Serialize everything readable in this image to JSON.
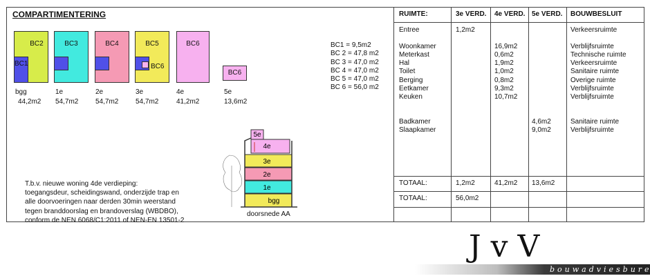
{
  "heading": "COMPARTIMENTERING",
  "floors": [
    {
      "name": "bgg",
      "area": "44,2m2",
      "labels": [
        "BC2",
        "BC1"
      ]
    },
    {
      "name": "1e",
      "area": "54,7m2",
      "labels": [
        "BC3"
      ]
    },
    {
      "name": "2e",
      "area": "54,7m2",
      "labels": [
        "BC4"
      ]
    },
    {
      "name": "3e",
      "area": "54,7m2",
      "labels": [
        "BC5",
        "BC6"
      ]
    },
    {
      "name": "4e",
      "area": "41,2m2",
      "labels": [
        "BC6"
      ]
    },
    {
      "name": "5e",
      "area": "13,6m2",
      "labels": [
        "BC6"
      ]
    }
  ],
  "bc_list": [
    "BC1 =  9,5m2",
    "BC 2 = 47,8 m2",
    "BC 3 = 47,0 m2",
    "BC 4 = 47,0 m2",
    "BC 5 = 47,0 m2",
    "BC 6 = 56,0 m2"
  ],
  "note": [
    "T.b.v. nieuwe woning 4de verdieping:",
    "toegangsdeur, scheidingswand, onderzijde trap en",
    "alle doorvoeringen naar derden 30min weerstand",
    "tegen branddoorslag en brandoverslag (WBDBO),",
    "conform de NEN 6068/C1:2011 of NEN-EN 13501-2"
  ],
  "section": {
    "caption": "doorsnede AA",
    "levels": [
      "5e",
      "4e",
      "3e",
      "2e",
      "1e",
      "bgg"
    ]
  },
  "table": {
    "headers": [
      "RUIMTE:",
      "3e VERD.",
      "4e VERD.",
      "5e VERD.",
      "BOUWBESLUIT"
    ],
    "rooms": "Entree\n\nWoonkamer\nMeterkast\nHal\nToilet\nBerging\nEetkamer\nKeuken\n\n\nBadkamer\nSlaapkamer",
    "col3": "1,2m2",
    "col4": "\n\n16,9m2\n0,6m2\n1,9m2\n1,0m2\n0,8m2\n9,3m2\n10,7m2",
    "col5": "\n\n\n\n\n\n\n\n\n\n\n4,6m2\n9,0m2",
    "bouwbesluit": "Verkeersruimte\n\nVerblijfsruimte\nTechnische ruimte\nVerkeersruimte\nSanitaire ruimte\nOverige ruimte\nVerblijfsruimte\nVerblijfsruimte\n\n\nSanitaire ruimte\nVerblijfsruimte",
    "totals1": [
      "TOTAAL:",
      "1,2m2",
      "41,2m2",
      "13,6m2"
    ],
    "totals2": [
      "TOTAAL:",
      "56,0m2"
    ]
  },
  "logo": {
    "mark": "JvV",
    "tagline": "bouwadviesbureau"
  },
  "colors": {
    "bc1": "#5050e8",
    "bc2": "#d7ec4a",
    "bc3": "#42eadf",
    "bc4": "#f59ab4",
    "bc5": "#f2ea5a",
    "bc6": "#f7b1ef"
  }
}
